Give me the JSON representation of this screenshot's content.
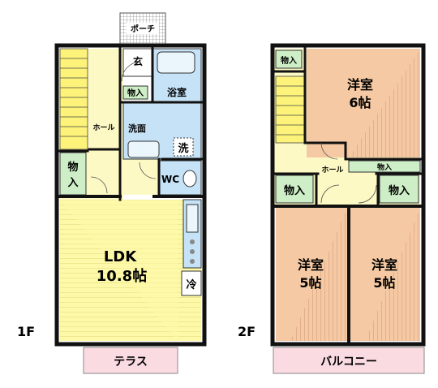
{
  "colors": {
    "wall": "#111111",
    "ldk": "#fdf9a8",
    "corridor": "#fdf9c4",
    "bath": "#c6e2f7",
    "bedroom": "#f5c9a3",
    "storage": "#cdeec6",
    "terrace": "#fbdbe2"
  },
  "floor1": {
    "floor_label": "1F",
    "porch": "ポーチ",
    "entrance": "玄",
    "storage_small": "物入",
    "bathroom": "浴室",
    "hall": "ホール",
    "washroom": "洗面",
    "washer": "洗",
    "storage": [
      "物",
      "入"
    ],
    "wc": "WC",
    "ldk_name": "LDK",
    "ldk_size": "10.8帖",
    "fridge": "冷",
    "terrace": "テラス"
  },
  "floor2": {
    "floor_label": "2F",
    "storage_top": "物入",
    "room_north": [
      "洋室",
      "6帖"
    ],
    "hall": "ホール",
    "storage_thin": "物入",
    "storage_left": "物入",
    "storage_right": "物入",
    "room_sw": [
      "洋室",
      "5帖"
    ],
    "room_se": [
      "洋室",
      "5帖"
    ],
    "balcony": "バルコニー"
  }
}
